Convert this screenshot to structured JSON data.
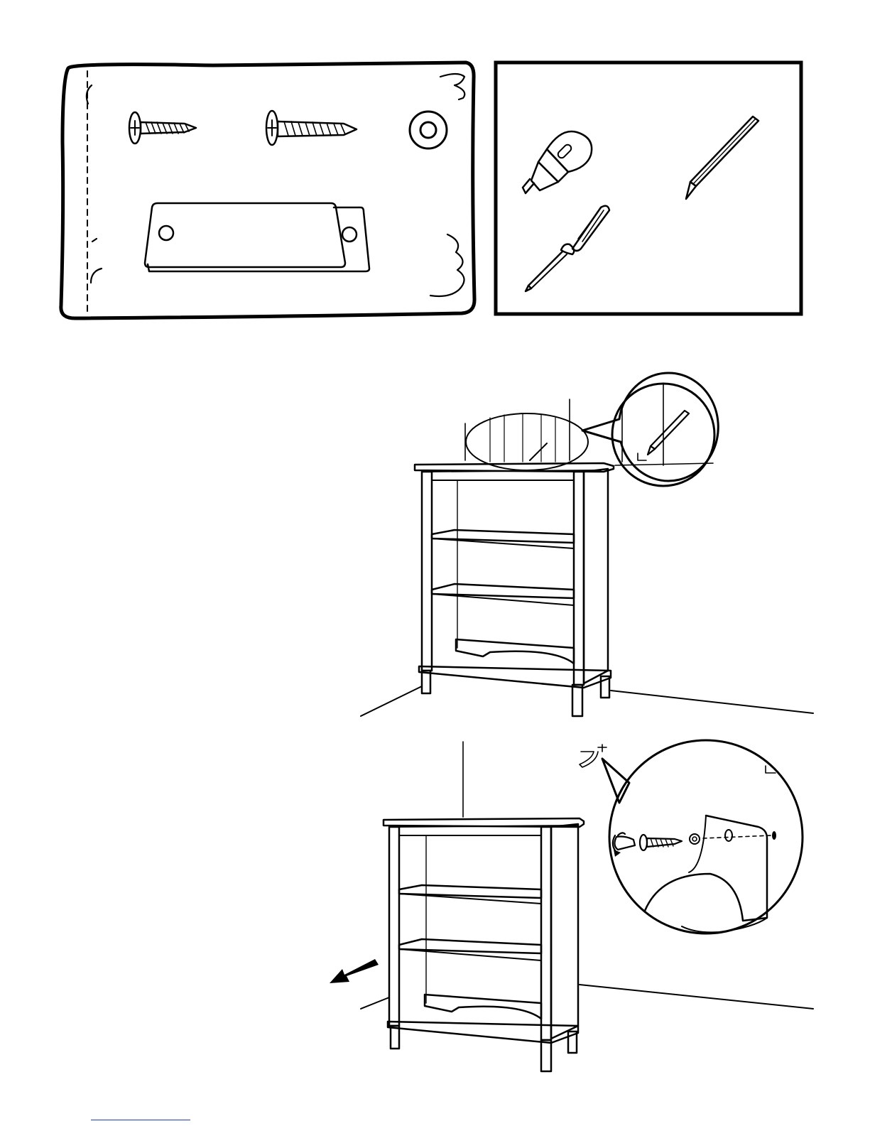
{
  "document": {
    "kind": "assembly-instructions",
    "colors": {
      "ink": "#000000",
      "paper": "#ffffff",
      "link": "#1a3fd6"
    },
    "hardware_panel": {
      "items": [
        {
          "icon": "flat-head-screw-short-icon"
        },
        {
          "icon": "flat-head-screw-long-icon"
        },
        {
          "icon": "washer-icon"
        },
        {
          "icon": "anti-tip-bracket-icon"
        }
      ]
    },
    "tools_panel": {
      "items": [
        {
          "icon": "ratchet-screwdriver-icon"
        },
        {
          "icon": "phillips-screwdriver-icon"
        },
        {
          "icon": "pencil-icon"
        }
      ]
    },
    "steps": [
      {
        "illustration": "mark-wall-bookcase-illustration",
        "detail": "pencil-mark-detail-icon"
      },
      {
        "illustration": "attach-bracket-bookcase-illustration",
        "detail": "screw-bracket-detail-icon",
        "arrow": "pull-forward-arrow-icon"
      }
    ],
    "footer": {
      "link_text": ""
    }
  }
}
